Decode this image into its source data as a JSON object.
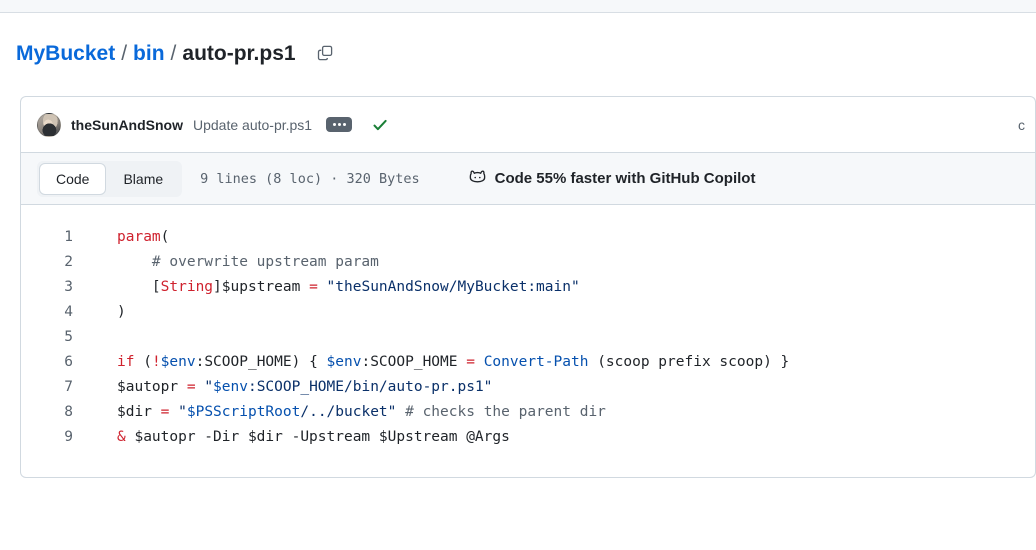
{
  "breadcrumb": {
    "repo": "MyBucket",
    "sep": "/",
    "folder": "bin",
    "file": "auto-pr.ps1",
    "copy_icon": "copy-path-icon"
  },
  "commit": {
    "author": "theSunAndSnow",
    "message": "Update auto-pr.ps1",
    "ellipsis_label": "...",
    "status_icon": "check-icon",
    "history_partial": "c"
  },
  "toolbar": {
    "tabs": [
      {
        "label": "Code",
        "active": true
      },
      {
        "label": "Blame",
        "active": false
      }
    ],
    "file_meta": "9 lines (8 loc) · 320 Bytes",
    "copilot_cta": "Code 55% faster with GitHub Copilot",
    "copilot_icon": "copilot-icon"
  },
  "code": {
    "lines": [
      {
        "number": "1",
        "tokens": [
          {
            "t": "param",
            "c": "tok-kw"
          },
          {
            "t": "(",
            "c": ""
          }
        ]
      },
      {
        "number": "2",
        "tokens": [
          {
            "t": "    # overwrite upstream param",
            "c": "tok-comment"
          }
        ]
      },
      {
        "number": "3",
        "tokens": [
          {
            "t": "    [",
            "c": ""
          },
          {
            "t": "String",
            "c": "tok-kw"
          },
          {
            "t": "]$upstream ",
            "c": ""
          },
          {
            "t": "=",
            "c": "tok-op"
          },
          {
            "t": " ",
            "c": ""
          },
          {
            "t": "\"theSunAndSnow/MyBucket:main\"",
            "c": "tok-str"
          }
        ]
      },
      {
        "number": "4",
        "tokens": [
          {
            "t": ")",
            "c": ""
          }
        ]
      },
      {
        "number": "5",
        "tokens": [
          {
            "t": "",
            "c": ""
          }
        ]
      },
      {
        "number": "6",
        "tokens": [
          {
            "t": "if",
            "c": "tok-kw"
          },
          {
            "t": " (",
            "c": ""
          },
          {
            "t": "!",
            "c": "tok-op"
          },
          {
            "t": "$env",
            "c": "tok-var"
          },
          {
            "t": ":SCOOP_HOME) { ",
            "c": ""
          },
          {
            "t": "$env",
            "c": "tok-var"
          },
          {
            "t": ":SCOOP_HOME ",
            "c": ""
          },
          {
            "t": "=",
            "c": "tok-op"
          },
          {
            "t": " ",
            "c": ""
          },
          {
            "t": "Convert-Path",
            "c": "tok-fn"
          },
          {
            "t": " (scoop prefix scoop) }",
            "c": ""
          }
        ]
      },
      {
        "number": "7",
        "tokens": [
          {
            "t": "$autopr ",
            "c": ""
          },
          {
            "t": "=",
            "c": "tok-op"
          },
          {
            "t": " ",
            "c": ""
          },
          {
            "t": "\"",
            "c": "tok-str"
          },
          {
            "t": "$env",
            "c": "tok-var"
          },
          {
            "t": ":SCOOP_HOME",
            "c": "tok-str"
          },
          {
            "t": "/bin/auto-pr.ps1\"",
            "c": "tok-str"
          }
        ]
      },
      {
        "number": "8",
        "tokens": [
          {
            "t": "$dir ",
            "c": ""
          },
          {
            "t": "=",
            "c": "tok-op"
          },
          {
            "t": " ",
            "c": ""
          },
          {
            "t": "\"",
            "c": "tok-str"
          },
          {
            "t": "$PSScriptRoot",
            "c": "tok-var"
          },
          {
            "t": "/../bucket\"",
            "c": "tok-str"
          },
          {
            "t": " # checks the parent dir",
            "c": "tok-comment"
          }
        ]
      },
      {
        "number": "9",
        "tokens": [
          {
            "t": "&",
            "c": "tok-op"
          },
          {
            "t": " $autopr -Dir $dir -Upstream $Upstream @Args",
            "c": ""
          }
        ]
      }
    ]
  }
}
